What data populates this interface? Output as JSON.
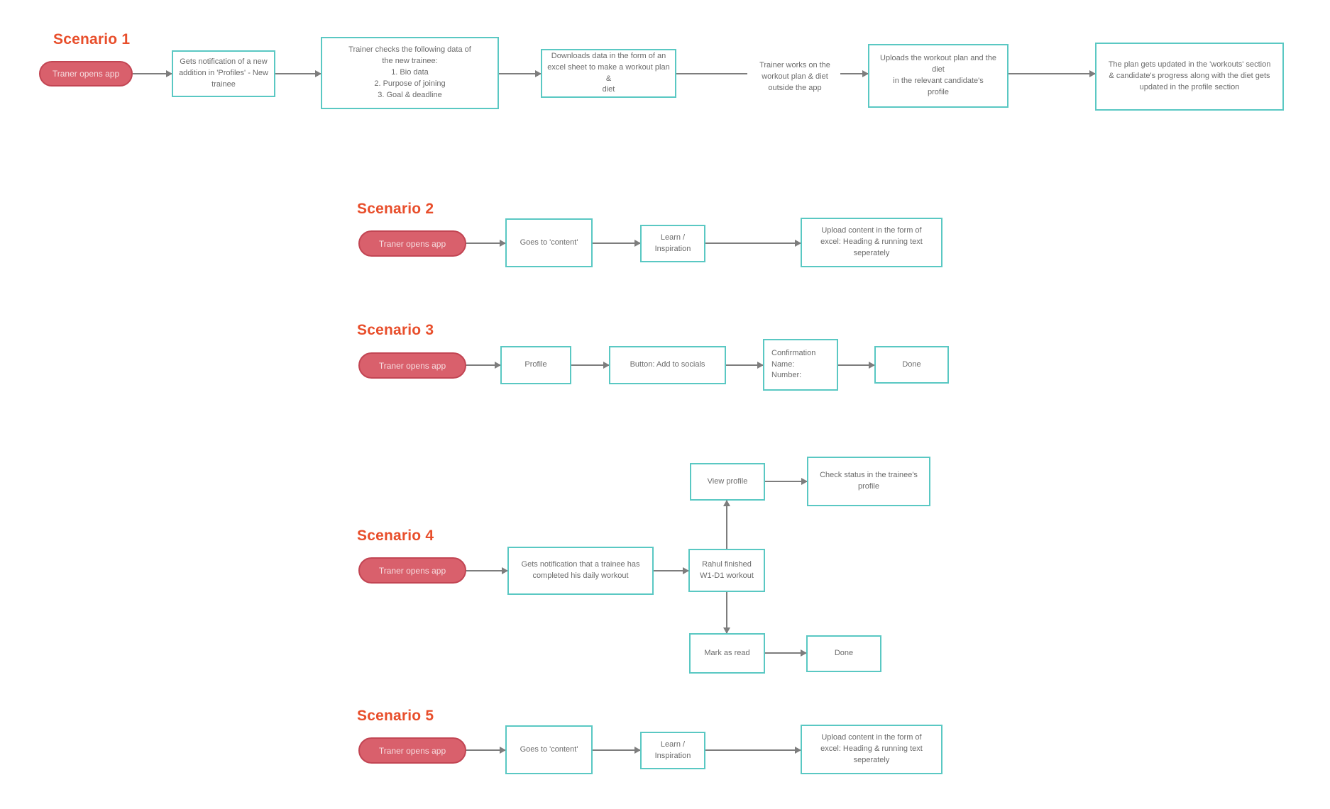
{
  "colors": {
    "scenario_title": "#e84e2b",
    "start_pill_bg": "#d9606c",
    "start_pill_border": "#c24553",
    "step_box_border": "#5ac8c3",
    "step_box_text": "#6b6b6b",
    "connector": "#7d7d7d"
  },
  "scenario1": {
    "title": "Scenario 1",
    "start_label": "Traner opens app",
    "steps": {
      "notification": "Gets notification of a new\naddition in 'Profiles' - New\ntrainee",
      "check_data": "Trainer checks the following data of\nthe new trainee:\n1. Bio data\n2. Purpose of joining\n3. Goal & deadline",
      "download": "Downloads data in the form of an\nexcel sheet to make a workout plan &\ndiet",
      "outside_app": "Trainer works on the\nworkout plan & diet\noutside the app",
      "upload": "Uploads the workout plan and the diet\nin  the relevant candidate's\nprofile",
      "updated": "The plan gets updated in the 'workouts' section\n& candidate's progress along with the diet gets\nupdated in the profile section"
    }
  },
  "scenario2": {
    "title": "Scenario 2",
    "start_label": "Traner opens app",
    "steps": {
      "content": "Goes to 'content'",
      "learn": "Learn /\nInspiration",
      "upload": "Upload content in the form of\nexcel: Heading & running text\nseperately"
    }
  },
  "scenario3": {
    "title": "Scenario 3",
    "start_label": "Traner opens app",
    "steps": {
      "profile": "Profile",
      "add_socials": "Button: Add to socials",
      "confirmation": "Confirmation\nName:\nNumber:",
      "done": "Done"
    }
  },
  "scenario4": {
    "title": "Scenario 4",
    "start_label": "Traner opens app",
    "steps": {
      "notification": "Gets notification that a trainee has\ncompleted his daily workout",
      "rahul": "Rahul finished\nW1-D1 workout",
      "view_profile": "View profile",
      "check_status": "Check status in the trainee's\nprofile",
      "mark_read": "Mark as read",
      "done": "Done"
    }
  },
  "scenario5": {
    "title": "Scenario 5",
    "start_label": "Traner opens app",
    "steps": {
      "content": "Goes to 'content'",
      "learn": "Learn /\nInspiration",
      "upload": "Upload content in the form of\nexcel: Heading & running text\nseperately"
    }
  }
}
